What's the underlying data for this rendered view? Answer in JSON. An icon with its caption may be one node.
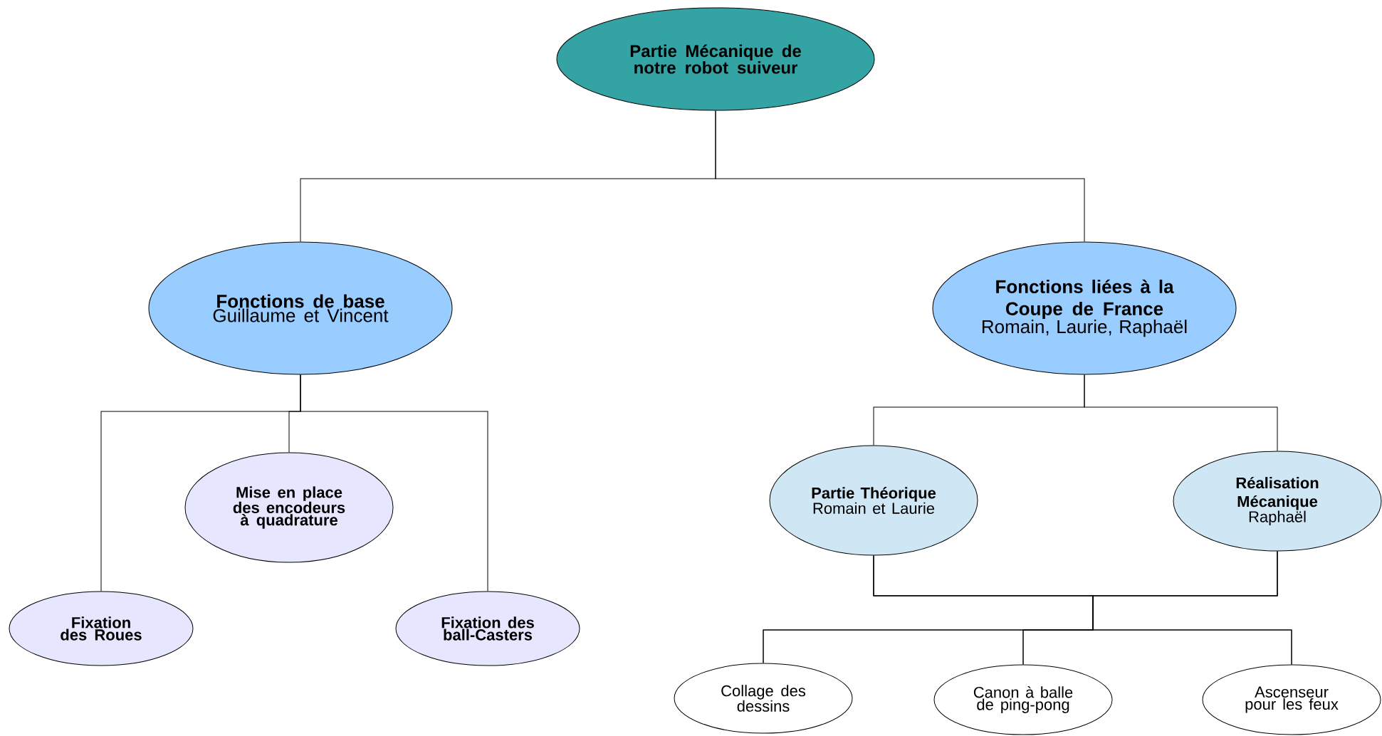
{
  "diagram": {
    "nodes": [
      {
        "text": [
          "Partie Mécanique de notre robot suiveur"
        ]
      },
      {
        "text": [
          "Fonctions de base",
          "Guillaume et Vincent"
        ]
      },
      {
        "text": [
          "Fonctions liées à la Coupe de France",
          "Romain, Laurie, Raphaël"
        ]
      },
      {
        "text": [
          "Mise en place des encodeurs à quadrature"
        ]
      },
      {
        "text": [
          "Fixation des Roues"
        ]
      },
      {
        "text": [
          "Fixation des ball-Casters"
        ]
      },
      {
        "text": [
          "Partie Théorique",
          "Romain et Laurie"
        ]
      },
      {
        "text": [
          "Réalisation Mécanique",
          "Raphaël"
        ]
      },
      {
        "text": [
          "Collage des dessins"
        ]
      },
      {
        "text": [
          "Canon à balle de ping-pong"
        ]
      },
      {
        "text": [
          "Ascenseur pour les feux"
        ]
      }
    ],
    "edges": [
      {
        "from": 0,
        "to": 1,
        "arrow": "none"
      },
      {
        "from": 0,
        "to": 2,
        "arrow": "none"
      },
      {
        "from": 1,
        "to": 3,
        "arrow": "none"
      },
      {
        "from": 1,
        "to": 4,
        "arrow": "none"
      },
      {
        "from": 1,
        "to": 5,
        "arrow": "none"
      },
      {
        "from": 2,
        "to": 6,
        "arrow": "none"
      },
      {
        "from": 2,
        "to": 7,
        "arrow": "none"
      },
      {
        "from": 6,
        "to": 8,
        "arrow": "none"
      },
      {
        "from": 6,
        "to": 9,
        "arrow": "none"
      },
      {
        "from": 6,
        "to": 10,
        "arrow": "none"
      },
      {
        "from": 7,
        "to": 8,
        "arrow": "none"
      },
      {
        "from": 7,
        "to": 9,
        "arrow": "none"
      },
      {
        "from": 7,
        "to": 10,
        "arrow": "none"
      }
    ]
  }
}
